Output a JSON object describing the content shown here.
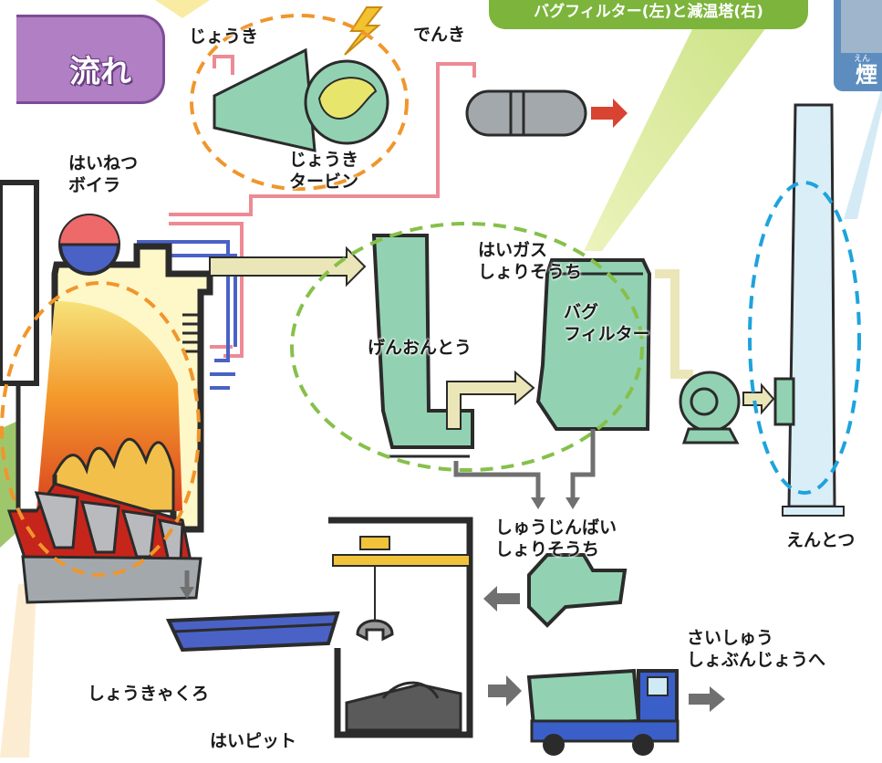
{
  "header": {
    "tab_label": "流れ"
  },
  "banners": {
    "bag_filter_caption": "バグフィルター(左)と減温塔(右)",
    "chimney_badge_ruby": "えん",
    "chimney_badge_kanji": "煙"
  },
  "labels": {
    "steam": "じょうき",
    "electricity": "でんき",
    "steam_turbine": "じょうき\nタービン",
    "waste_heat_boiler": "はいねつ\nボイラ",
    "flue_gas_treatment": "はいガス\nしょりそうち",
    "bag_filter": "バグ\nフィルター",
    "cooling_tower": "げんおんとう",
    "chimney": "えんとつ",
    "fly_ash_treatment": "しゅうじんばい\nしょりそうち",
    "final_disposal": "さいしゅう\nしょぶんじょうへ",
    "incinerator": "しょうきゃくろ",
    "ash_pit": "はいピット"
  },
  "colors": {
    "machine_green": "#92d2b2",
    "outline": "#2b2b2b",
    "steam_pipe": "#ee8a95",
    "water_pipe": "#4a62c6",
    "gas_pipe": "#eae6b8",
    "ash_arrow": "#707070",
    "fire_orange": "#f49a2c",
    "fire_red": "#d9411f",
    "orange_dash": "#f0962c",
    "green_dash": "#86c04a",
    "blue_dash": "#1ea3dc",
    "tab_purple": "#b07fc4",
    "banner_green": "#7cb43c",
    "truck_blue": "#3a5fc8",
    "crane_yellow": "#f0c33a"
  },
  "icons": [
    "lightning-icon",
    "generator-icon",
    "turbine-icon",
    "boiler-drum-icon",
    "fan-icon",
    "truck-icon",
    "crane-grab-icon"
  ]
}
